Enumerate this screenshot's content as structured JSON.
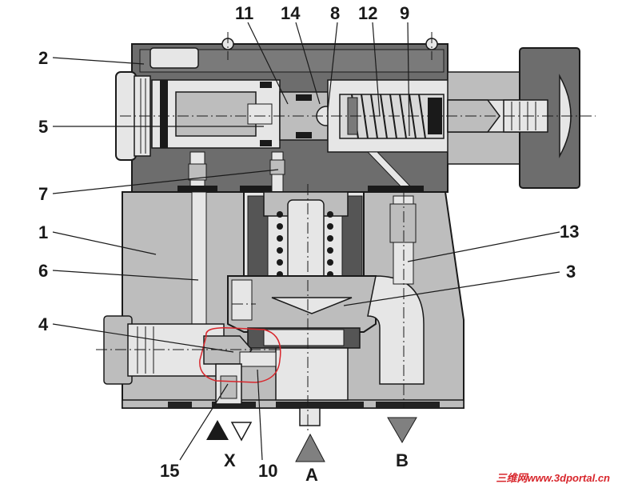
{
  "diagram": {
    "callouts": [
      {
        "id": "n11",
        "text": "11"
      },
      {
        "id": "n14",
        "text": "14"
      },
      {
        "id": "n8",
        "text": "8"
      },
      {
        "id": "n12",
        "text": "12"
      },
      {
        "id": "n9",
        "text": "9"
      },
      {
        "id": "n2",
        "text": "2"
      },
      {
        "id": "n5",
        "text": "5"
      },
      {
        "id": "n7",
        "text": "7"
      },
      {
        "id": "n1",
        "text": "1"
      },
      {
        "id": "n6",
        "text": "6"
      },
      {
        "id": "n4",
        "text": "4"
      },
      {
        "id": "n13",
        "text": "13"
      },
      {
        "id": "n3",
        "text": "3"
      },
      {
        "id": "n15",
        "text": "15"
      },
      {
        "id": "n10",
        "text": "10"
      }
    ],
    "ports": {
      "x": "X",
      "a": "A",
      "b": "B"
    },
    "colors": {
      "body": "#b7b7b7",
      "dark": "#555555",
      "light": "#e6e6e6",
      "outline": "#1a1a1a",
      "highlight": "#d8262c"
    }
  },
  "watermark": "三维网www.3dportal.cn"
}
